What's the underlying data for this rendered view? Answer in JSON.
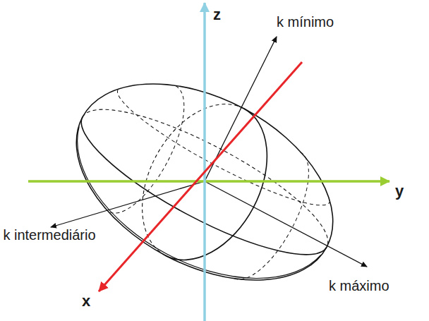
{
  "diagram": {
    "labels": [
      "z",
      "k mínimo",
      "y",
      "k intermediário",
      "k máximo",
      "x"
    ]
  }
}
